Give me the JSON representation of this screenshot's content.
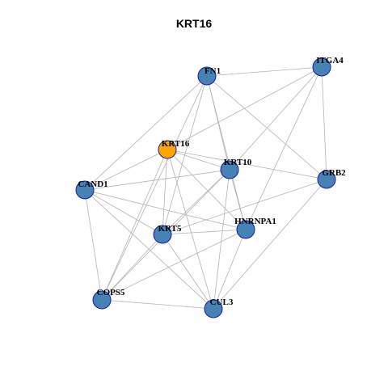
{
  "title": "KRT16",
  "colors": {
    "node_fill": "#4682b4",
    "query_node_fill": "#ffa500",
    "node_stroke": "#1a1aa8",
    "edge": "#b3b3b3"
  },
  "nodes": [
    {
      "id": "FN1",
      "label": "FN1",
      "query": false
    },
    {
      "id": "ITGA4",
      "label": "ITGA4",
      "query": false
    },
    {
      "id": "KRT16",
      "label": "KRT16",
      "query": true
    },
    {
      "id": "KRT10",
      "label": "KRT10",
      "query": false
    },
    {
      "id": "GRB2",
      "label": "GRB2",
      "query": false
    },
    {
      "id": "CAND1",
      "label": "CAND1",
      "query": false
    },
    {
      "id": "HNRNPA1",
      "label": "HNRNPA1",
      "query": false
    },
    {
      "id": "KRT5",
      "label": "KRT5",
      "query": false
    },
    {
      "id": "COPS5",
      "label": "COPS5",
      "query": false
    },
    {
      "id": "CUL3",
      "label": "CUL3",
      "query": false
    }
  ],
  "edges": [
    [
      "FN1",
      "ITGA4"
    ],
    [
      "FN1",
      "CAND1"
    ],
    [
      "FN1",
      "KRT5"
    ],
    [
      "FN1",
      "KRT10"
    ],
    [
      "FN1",
      "HNRNPA1"
    ],
    [
      "FN1",
      "GRB2"
    ],
    [
      "FN1",
      "COPS5"
    ],
    [
      "ITGA4",
      "KRT16"
    ],
    [
      "ITGA4",
      "KRT10"
    ],
    [
      "ITGA4",
      "GRB2"
    ],
    [
      "ITGA4",
      "HNRNPA1"
    ],
    [
      "KRT16",
      "CAND1"
    ],
    [
      "KRT16",
      "KRT10"
    ],
    [
      "KRT16",
      "KRT5"
    ],
    [
      "KRT16",
      "HNRNPA1"
    ],
    [
      "KRT16",
      "COPS5"
    ],
    [
      "KRT16",
      "CUL3"
    ],
    [
      "KRT16",
      "GRB2"
    ],
    [
      "KRT10",
      "CAND1"
    ],
    [
      "KRT10",
      "KRT5"
    ],
    [
      "KRT10",
      "HNRNPA1"
    ],
    [
      "KRT10",
      "COPS5"
    ],
    [
      "KRT10",
      "CUL3"
    ],
    [
      "GRB2",
      "KRT5"
    ],
    [
      "GRB2",
      "CUL3"
    ],
    [
      "CAND1",
      "KRT5"
    ],
    [
      "CAND1",
      "COPS5"
    ],
    [
      "CAND1",
      "CUL3"
    ],
    [
      "CAND1",
      "HNRNPA1"
    ],
    [
      "KRT5",
      "HNRNPA1"
    ],
    [
      "KRT5",
      "COPS5"
    ],
    [
      "KRT5",
      "CUL3"
    ],
    [
      "HNRNPA1",
      "CUL3"
    ],
    [
      "HNRNPA1",
      "COPS5"
    ],
    [
      "COPS5",
      "CUL3"
    ]
  ]
}
